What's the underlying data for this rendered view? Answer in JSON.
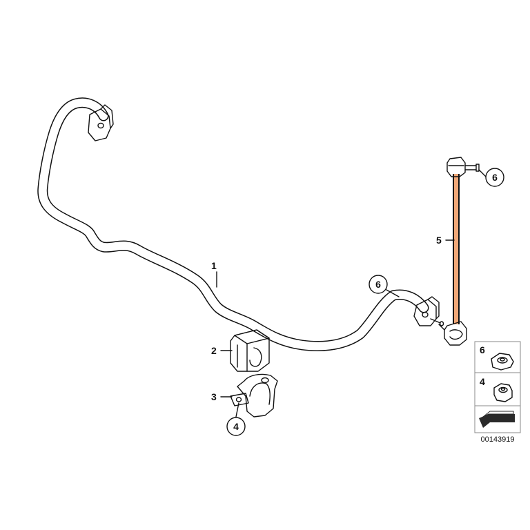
{
  "diagram": {
    "callouts": {
      "c1": "1",
      "c2": "2",
      "c3": "3",
      "c4": "4",
      "c5": "5",
      "c6_link": "6",
      "c6_bar": "6"
    },
    "legend": {
      "item_top": "6",
      "item_bottom": "4"
    },
    "drawing_number": "00143919",
    "colors": {
      "link_rod": "#f0a878",
      "ink": "#111111",
      "legend_arrow": "#2a2a2a"
    }
  }
}
